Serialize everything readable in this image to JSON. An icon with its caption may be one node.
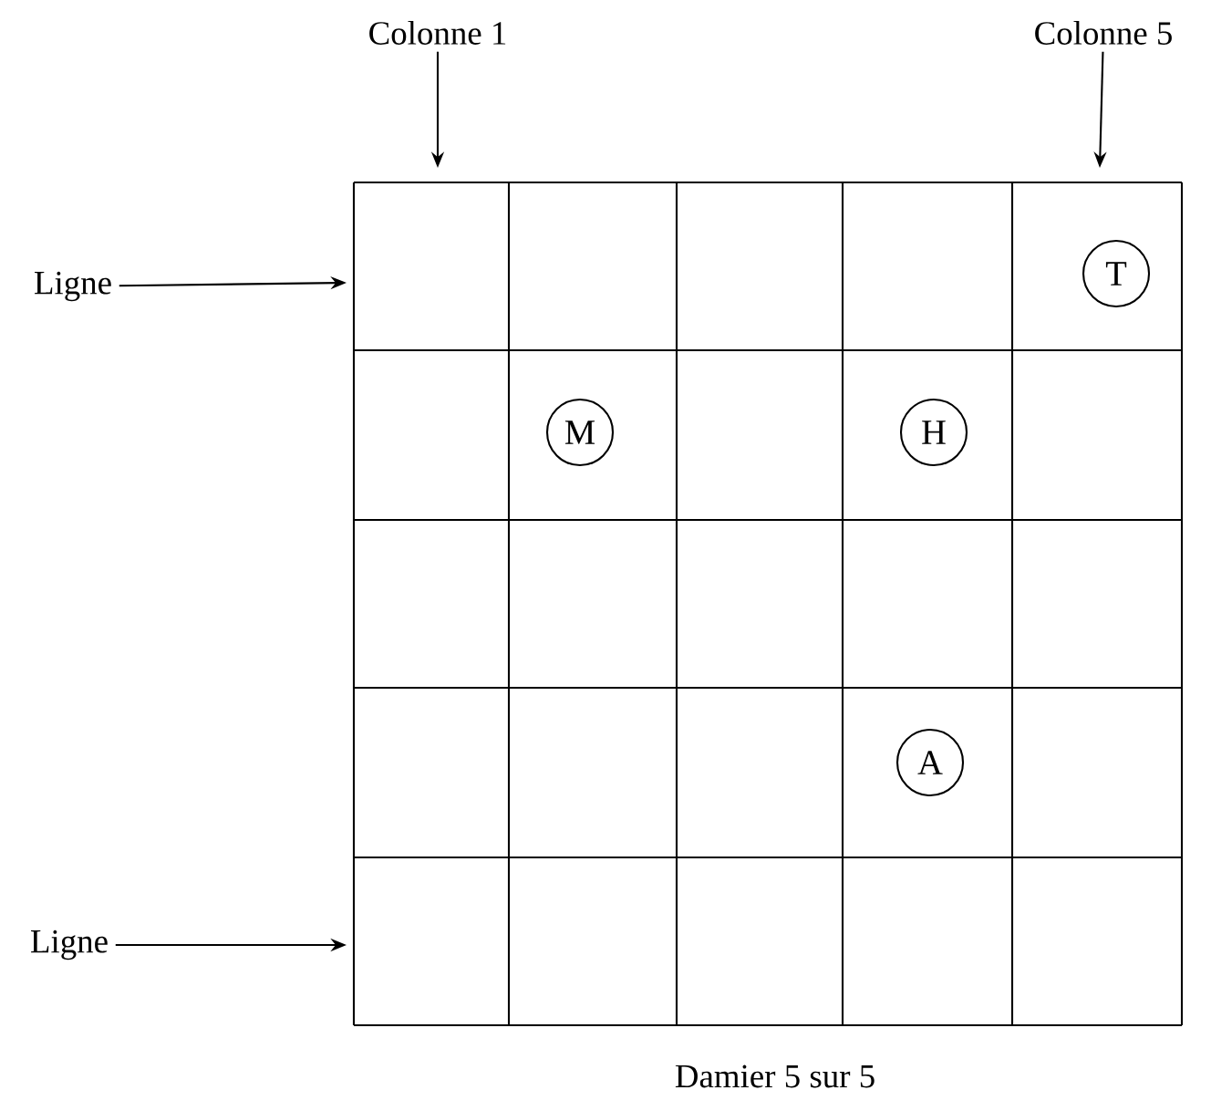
{
  "diagram": {
    "caption": "Damier 5 sur 5",
    "nodes": [
      {
        "text": [
          "Colonne 1"
        ]
      },
      {
        "text": [
          "Colonne 5"
        ]
      },
      {
        "text": [
          "Ligne"
        ]
      },
      {
        "text": [
          "Ligne"
        ]
      },
      {
        "text": [
          "T"
        ]
      },
      {
        "text": [
          "M"
        ]
      },
      {
        "text": [
          "H"
        ]
      },
      {
        "text": [
          "A"
        ]
      }
    ],
    "edges": [
      {
        "from": 0,
        "to": null,
        "arrow": "to"
      },
      {
        "from": 1,
        "to": null,
        "arrow": "to"
      },
      {
        "from": 2,
        "to": null,
        "arrow": "to"
      },
      {
        "from": 3,
        "to": null,
        "arrow": "to"
      }
    ]
  }
}
